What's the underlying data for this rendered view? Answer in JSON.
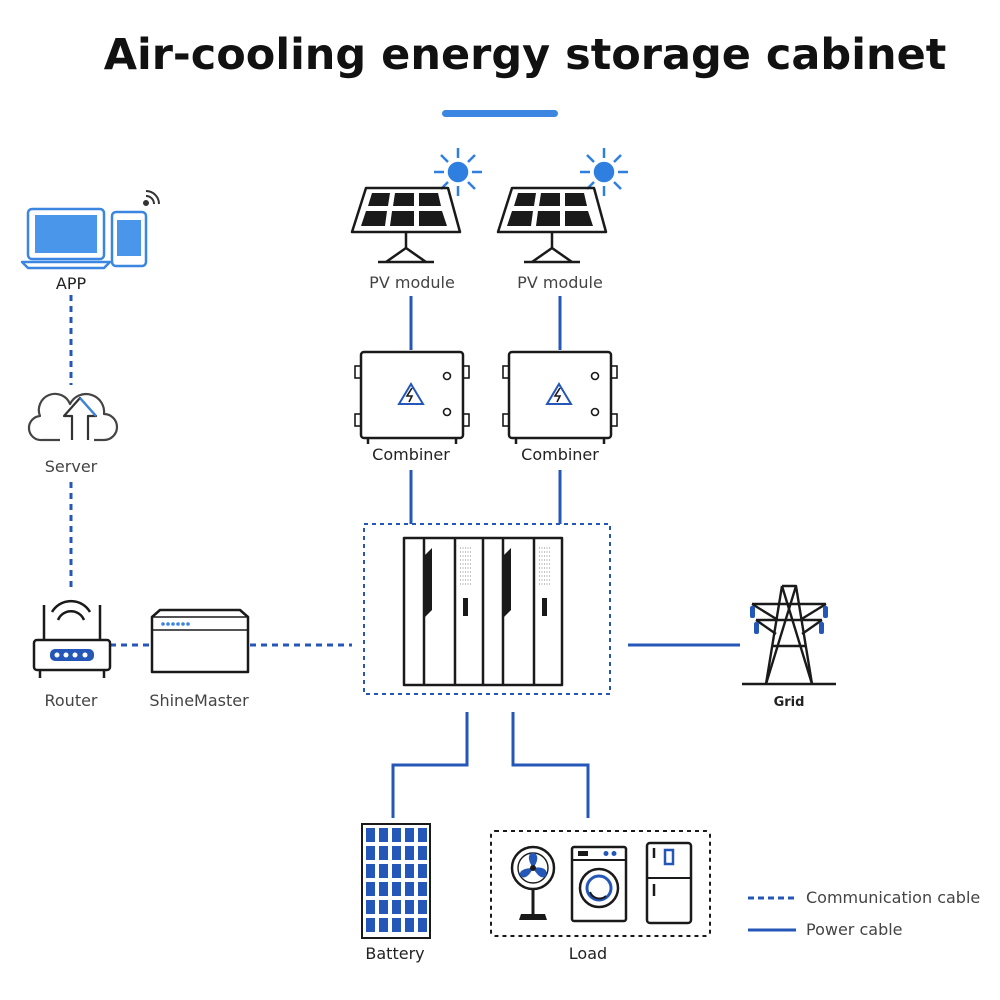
{
  "title": "Air-cooling energy storage cabinet",
  "colors": {
    "accent": "#3a86e0",
    "power_cable": "#2457b8",
    "communication_cable": "#2457b8",
    "ink": "#1a1a1a"
  },
  "nodes": {
    "app": "APP",
    "server": "Server",
    "router": "Router",
    "shinemaster": "ShineMaster",
    "pv_module_1": "PV module",
    "pv_module_2": "PV module",
    "combiner_1": "Combiner",
    "combiner_2": "Combiner",
    "grid": "Grid",
    "battery": "Battery",
    "load": "Load"
  },
  "icons": {
    "app": [
      "laptop-icon",
      "phone-icon",
      "wifi-signal-icon"
    ],
    "server": "cloud-upload-icon",
    "router": "router-icon",
    "shinemaster": "datalogger-icon",
    "pv_module": "solar-panel-icon",
    "combiner": "combiner-box-icon",
    "cabinet": "energy-storage-cabinet-icon",
    "grid": "transmission-tower-icon",
    "battery": "battery-rack-icon",
    "load": [
      "fan-icon",
      "washing-machine-icon",
      "refrigerator-icon"
    ]
  },
  "legend": {
    "communication_cable": "Communication cable",
    "power_cable": "Power cable"
  }
}
